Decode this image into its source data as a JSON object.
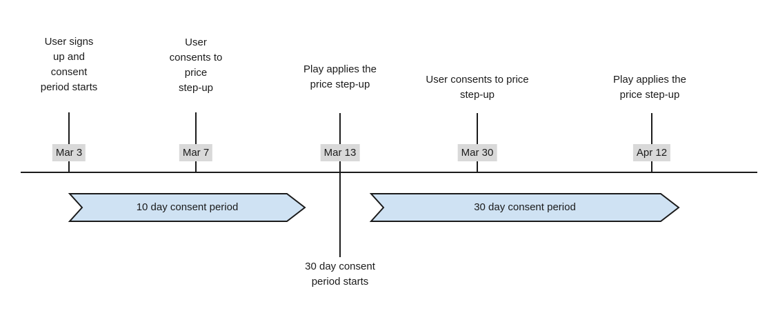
{
  "diagram": {
    "type": "timeline",
    "subject": "price step-up consent periods",
    "events": [
      {
        "date": "Mar 3",
        "label": "User signs\nup and\nconsent\nperiod starts"
      },
      {
        "date": "Mar 7",
        "label": "User\nconsents to\nprice\nstep-up"
      },
      {
        "date": "Mar 13",
        "label": "Play applies the\nprice step-up",
        "note_below": "30 day consent\nperiod starts"
      },
      {
        "date": "Mar 30",
        "label": "User consents to price\nstep-up"
      },
      {
        "date": "Apr 12",
        "label": "Play applies the\nprice step-up"
      }
    ],
    "periods": [
      {
        "label": "10 day consent period",
        "from_date": "Mar 3",
        "to_date": "Mar 13"
      },
      {
        "label": "30 day consent period",
        "from_date": "Mar 13",
        "to_date": "Apr 12"
      }
    ],
    "colors": {
      "period_fill": "#cfe2f3",
      "period_stroke": "#1a1a1a",
      "date_badge_bg": "#d9d9d9",
      "line": "#1a1a1a",
      "text": "#1a1a1a",
      "background": "#ffffff"
    }
  }
}
